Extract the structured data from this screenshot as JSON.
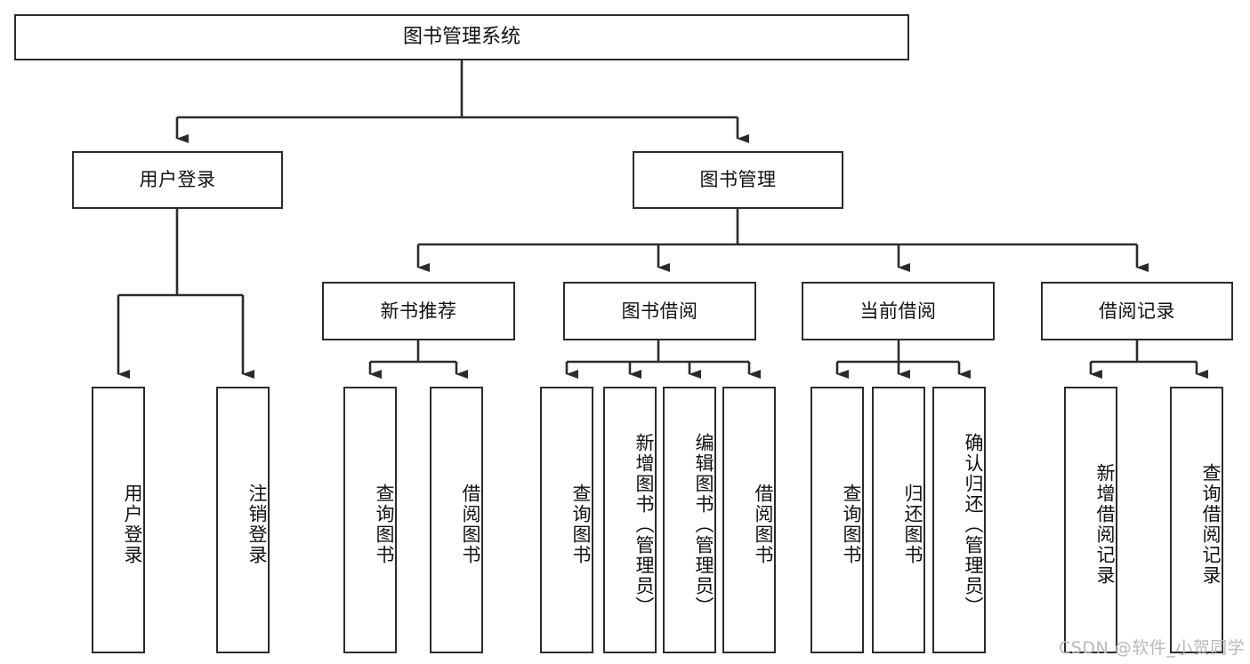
{
  "diagram": {
    "title": "图书管理系统",
    "type": "hierarchy-tree",
    "orientation": "top-down",
    "colors": {
      "stroke": "#2b2b2b",
      "fill": "#ffffff",
      "text": "#111111",
      "watermark": "#b9b9b9"
    },
    "nodes": {
      "root": {
        "label": "图书管理系统",
        "level": 1
      },
      "level2": [
        {
          "id": "user-login",
          "label": "用户登录"
        },
        {
          "id": "book-manage",
          "label": "图书管理"
        }
      ],
      "level3": [
        {
          "id": "new-book-recommend",
          "label": "新书推荐",
          "parent": "book-manage"
        },
        {
          "id": "book-borrow",
          "label": "图书借阅",
          "parent": "book-manage"
        },
        {
          "id": "current-borrow",
          "label": "当前借阅",
          "parent": "book-manage"
        },
        {
          "id": "borrow-record",
          "label": "借阅记录",
          "parent": "book-manage"
        }
      ],
      "leaves": [
        {
          "id": "leaf-user-login",
          "label": "用户登录",
          "parent": "user-login"
        },
        {
          "id": "leaf-logout-login",
          "label": "注销登录",
          "parent": "user-login"
        },
        {
          "id": "leaf-query-book-1",
          "label": "查询图书",
          "parent": "new-book-recommend"
        },
        {
          "id": "leaf-borrow-book-1",
          "label": "借阅图书",
          "parent": "new-book-recommend"
        },
        {
          "id": "leaf-query-book-2",
          "label": "查询图书",
          "parent": "book-borrow"
        },
        {
          "id": "leaf-add-book",
          "label": "新增图书（管理员）",
          "parent": "book-borrow"
        },
        {
          "id": "leaf-edit-book",
          "label": "编辑图书（管理员）",
          "parent": "book-borrow"
        },
        {
          "id": "leaf-borrow-book-2",
          "label": "借阅图书",
          "parent": "book-borrow"
        },
        {
          "id": "leaf-query-book-3",
          "label": "查询图书",
          "parent": "current-borrow"
        },
        {
          "id": "leaf-return-book",
          "label": "归还图书",
          "parent": "current-borrow"
        },
        {
          "id": "leaf-confirm-return",
          "label": "确认归还（管理员）",
          "parent": "current-borrow"
        },
        {
          "id": "leaf-add-record",
          "label": "新增借阅记录",
          "parent": "borrow-record"
        },
        {
          "id": "leaf-query-record",
          "label": "查询借阅记录",
          "parent": "borrow-record"
        }
      ]
    },
    "watermark": "CSDN @软件_小贺同学"
  }
}
